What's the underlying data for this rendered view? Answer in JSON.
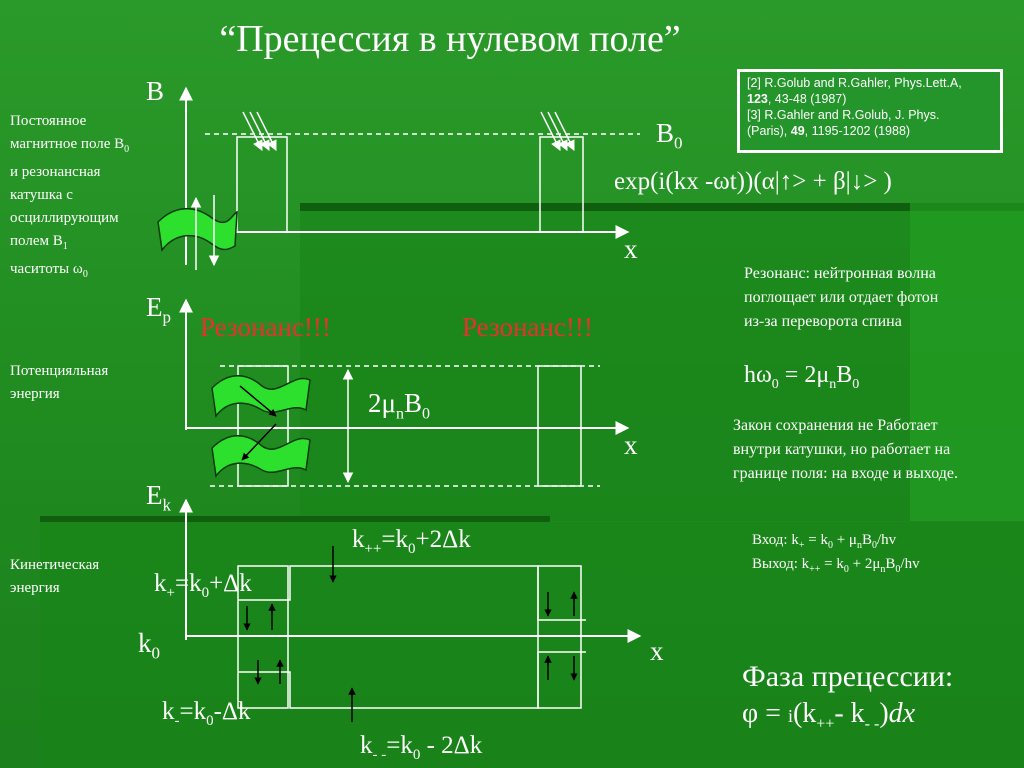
{
  "title": "“Прецессия в нулевом поле”",
  "references": {
    "ref2_a": "[2] R.Golub and R.Gahler, Phys.Lett.A,",
    "ref2_vol": "123",
    "ref2_b": ", 43-48 (1987)",
    "ref3_a": "[3] R.Gahler and R.Golub, J. Phys.",
    "ref3_b": "(Paris),",
    "ref3_vol": "49",
    "ref3_c": ", 1195-1202 (1988)"
  },
  "left_labels": {
    "field": [
      "Постоянное",
      "магнитное поле B",
      "0",
      "и резонансная",
      "катушка с",
      "осциллирующим",
      "полем B",
      "1",
      "часитоты ω",
      "0"
    ],
    "potential": "Потенцияльная энергия",
    "kinetic": "Кинетическая энергия"
  },
  "axes": {
    "B": "B",
    "B0": "B",
    "B0_sub": "0",
    "Ep": "E",
    "Ep_sub": "p",
    "Ek": "E",
    "Ek_sub": "k",
    "x1": "x",
    "x2": "x",
    "x3": "x",
    "k0": "k",
    "k0_sub": "0"
  },
  "wave_formula": {
    "pre": "exp(i(kx -ωt))(α|",
    "mid": "> + β|",
    "post": "> )"
  },
  "resonance": {
    "left": "Резонанс!!!",
    "right": "Резонанс!!!"
  },
  "energy_gap": {
    "pre": "2μ",
    "sub": "n",
    "post": "B",
    "sub2": "0"
  },
  "notes": {
    "resonance": "Резонанс: нейтронная волна поглощает или отдает фотон из-за переворота спина",
    "photon_pre": "hω",
    "photon_sub": "0",
    "photon_mid": " = 2μ",
    "photon_sub2": "n",
    "photon_post": "B",
    "photon_sub3": "0",
    "conservation": "Закон сохранения не Работает внутри катушки, но работает на границе поля: на входе и выходе.",
    "entry": "Вход: k",
    "entry_sub": "+",
    "entry_rest": " = k",
    "entry_sub2": "0",
    "entry_rest2": " + μ",
    "entry_sub3": "n",
    "entry_rest3": "B",
    "entry_sub4": "0",
    "entry_rest4": "/hv",
    "exit": "Выход: k",
    "exit_sub": "++",
    "exit_rest": " = k",
    "exit_sub2": "0",
    "exit_rest2": " + 2μ",
    "exit_sub3": "n",
    "exit_rest3": "B",
    "exit_sub4": "0",
    "exit_rest4": "/hv"
  },
  "k_levels": {
    "kpp": [
      "k",
      "++",
      "=k",
      "0",
      "+2Δk"
    ],
    "kp": [
      "k",
      "+",
      "=k",
      "0",
      "+Δk"
    ],
    "km": [
      "k",
      "-",
      "=k",
      "0",
      "-Δk"
    ],
    "kmm": [
      "k",
      "- -",
      "=k",
      "0",
      " - 2Δk"
    ]
  },
  "phase": {
    "title": "Фаза прецессии:",
    "pre": "φ = ",
    "i": "i",
    "mid": "(k",
    "sub1": "++",
    "mid2": "- k",
    "sub2": "- -",
    "post": ")",
    "dx": "dx"
  }
}
